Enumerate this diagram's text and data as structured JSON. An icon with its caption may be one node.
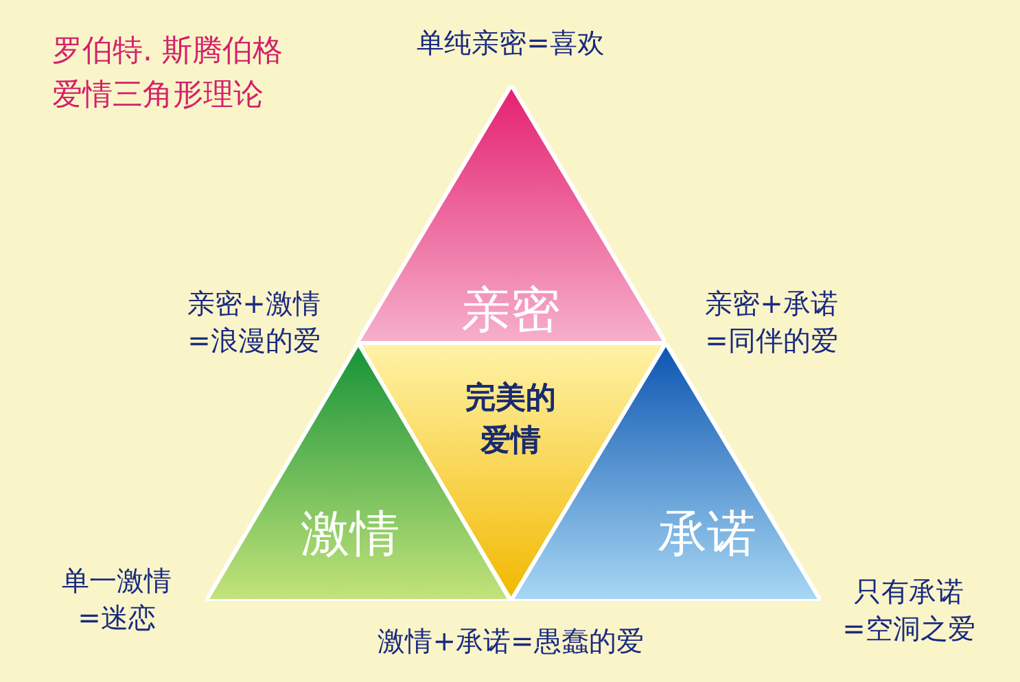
{
  "diagram": {
    "title": "罗伯特. 斯腾伯格爱情三角形理论",
    "nodes": [
      {
        "text": [
          "亲密"
        ]
      },
      {
        "text": [
          "完美的爱情"
        ]
      },
      {
        "text": [
          "激情"
        ]
      },
      {
        "text": [
          "承诺"
        ]
      }
    ],
    "labels": [
      "单纯亲密=喜欢",
      "亲密+激情=浪漫的爱",
      "亲密+承诺=同伴的爱",
      "单一激情=迷恋",
      "只有承诺=空洞之爱",
      "激情+承诺=愚蠢的爱"
    ]
  }
}
